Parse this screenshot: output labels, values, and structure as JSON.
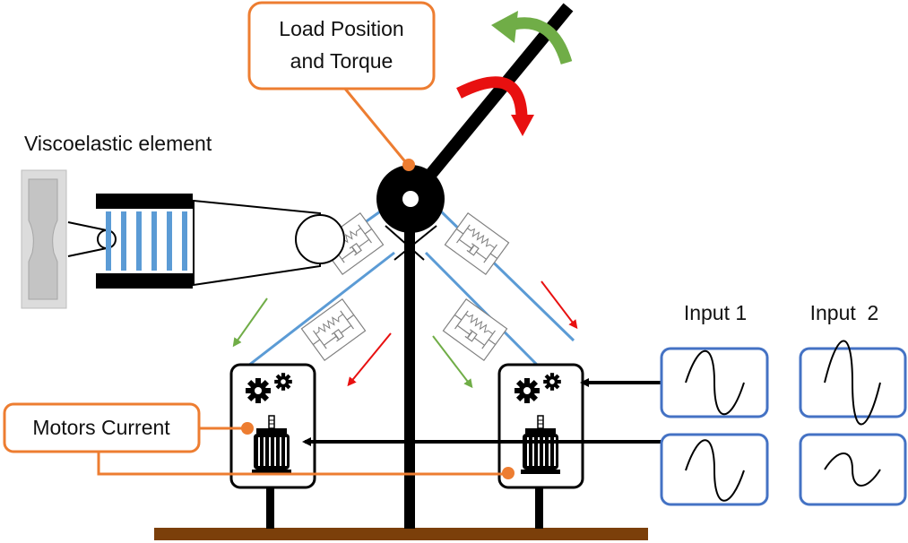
{
  "labels": {
    "load": [
      "Load Position",
      "and Torque"
    ],
    "viscoelastic": "Viscoelastic element",
    "motors_current": "Motors Current",
    "input1": "Input 1",
    "input2": "Input  2"
  },
  "colors": {
    "orange": "#ED7D31",
    "blue": "#4472C4",
    "cable_blue": "#5B9BD5",
    "red": "#E81010",
    "green": "#70AD47",
    "ground": "#7B3F0A",
    "black": "#000000"
  },
  "icons": {
    "cw": "curved-arrow-red",
    "ccw": "curved-arrow-green",
    "gear": "gear-icon",
    "motor": "motor-icon",
    "spring_damper": "spring-damper-icon",
    "wave": "sine-wave-icon"
  }
}
